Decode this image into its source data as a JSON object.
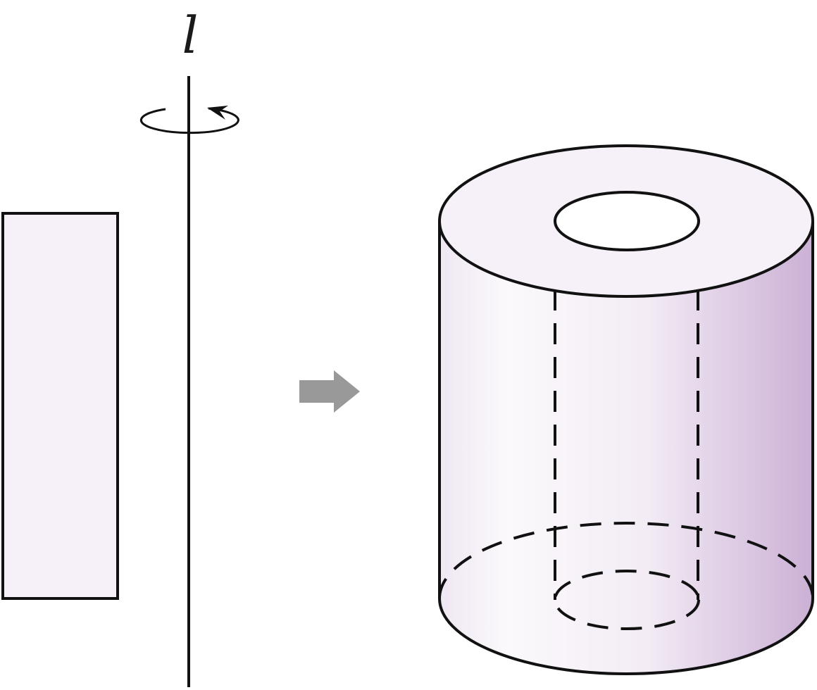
{
  "axis": {
    "label": "l",
    "rotation_direction": "counter-clockwise"
  },
  "rectangle": {
    "name": "rectangle-to-rotate"
  },
  "result": {
    "name": "hollow-cylinder",
    "has_inner_hole": true
  },
  "arrow": {
    "meaning": "becomes"
  },
  "colors": {
    "stroke": "#111111",
    "rectangle_fill": "#f6f1f8",
    "cylinder_light": "#f7f3f9",
    "cylinder_dark": "#cdb2d6",
    "arrow": "#999999",
    "hole_fill": "#ffffff"
  }
}
